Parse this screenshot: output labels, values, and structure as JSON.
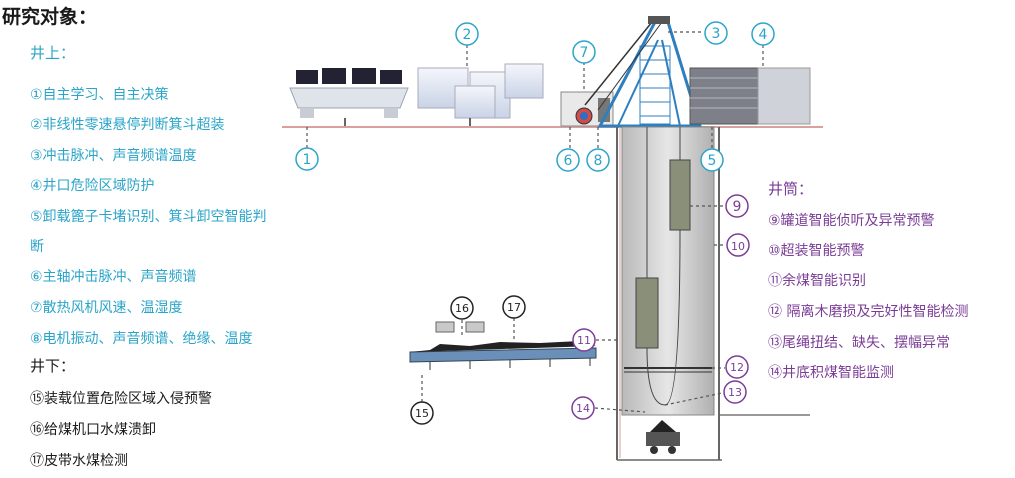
{
  "title": "研究对象：",
  "surface": {
    "heading": "井上：",
    "items": [
      "①自主学习、自主决策",
      "②非线性零速悬停判断箕斗超装",
      "③冲击脉冲、声音频谱温度",
      "④井口危险区域防护",
      "⑤卸载篦子卡堵识别、箕斗卸空智能判",
      "断",
      "⑥主轴冲击脉冲、声音频谱",
      "⑦散热风机风速、温湿度",
      "⑧电机振动、声音频谱、绝缘、温度"
    ]
  },
  "underground": {
    "heading": "井下：",
    "items": [
      "⑮装载位置危险区域入侵预警",
      "⑯给煤机口水煤溃卸",
      "⑰皮带水煤检测"
    ]
  },
  "shaft": {
    "heading": "井筒：",
    "items": [
      "⑨罐道智能侦听及异常预警",
      "⑩超装智能预警",
      "⑪余煤智能识别",
      "⑫ 隔离木磨损及完好性智能检测",
      "⑬尾绳扭结、缺失、摆幅异常",
      "⑭井底积煤智能监测"
    ]
  },
  "markers": [
    "1",
    "2",
    "3",
    "4",
    "5",
    "6",
    "7",
    "8",
    "9",
    "10",
    "11",
    "12",
    "13",
    "14",
    "15",
    "16",
    "17"
  ],
  "colors": {
    "teal": "#2aa5c9",
    "purple": "#7b3d96",
    "ground_line": "#d9a0a0",
    "headframe": "#2e7fc0"
  }
}
